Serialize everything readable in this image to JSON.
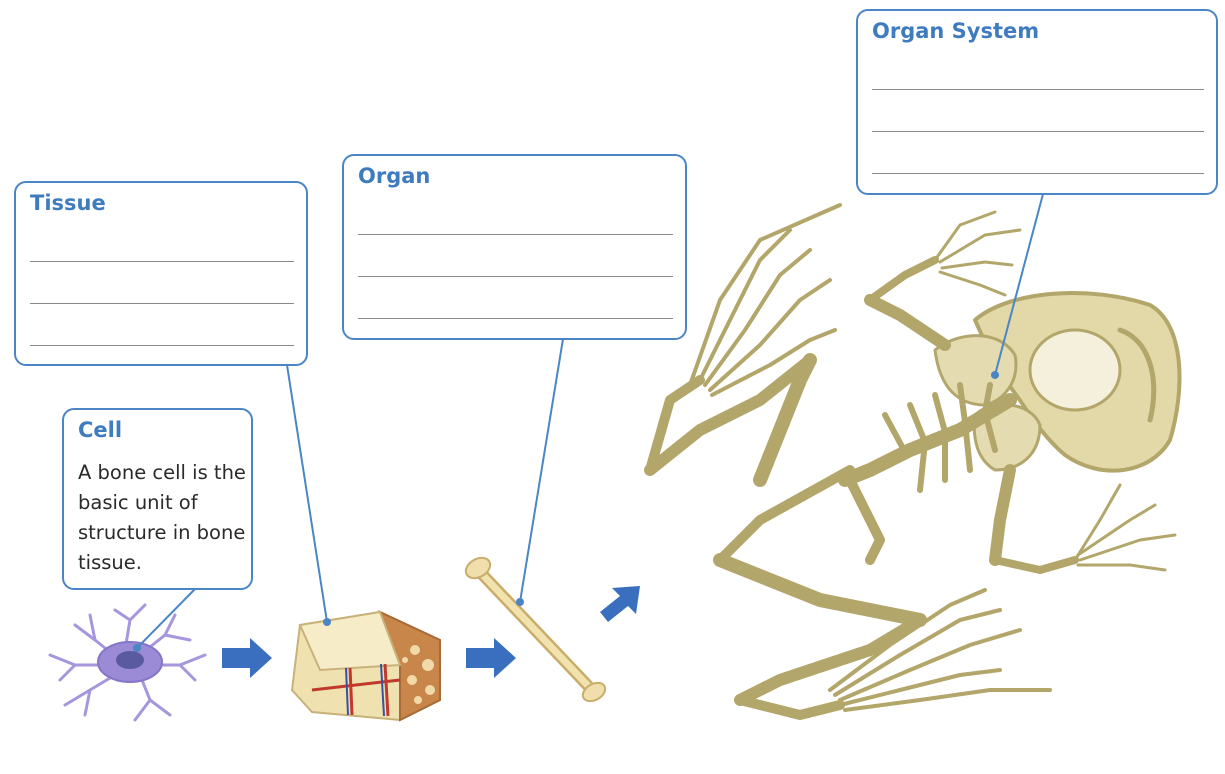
{
  "colors": {
    "accent": "#4a86c5",
    "arrow": "#3a6fbf",
    "bone": "#d9cf9a",
    "cell": "#9b8ad6"
  },
  "boxes": {
    "organ_system": {
      "title": "Organ System"
    },
    "organ": {
      "title": "Organ"
    },
    "tissue": {
      "title": "Tissue"
    },
    "cell": {
      "title": "Cell",
      "text": "A bone cell is the basic unit of structure in bone tissue."
    }
  },
  "images": {
    "cell": "bone-cell",
    "tissue": "bone-tissue-block",
    "organ": "single-bone",
    "organ_system": "frog-skeleton"
  },
  "arrows": [
    "cell-to-tissue",
    "tissue-to-organ",
    "organ-to-organ-system"
  ]
}
